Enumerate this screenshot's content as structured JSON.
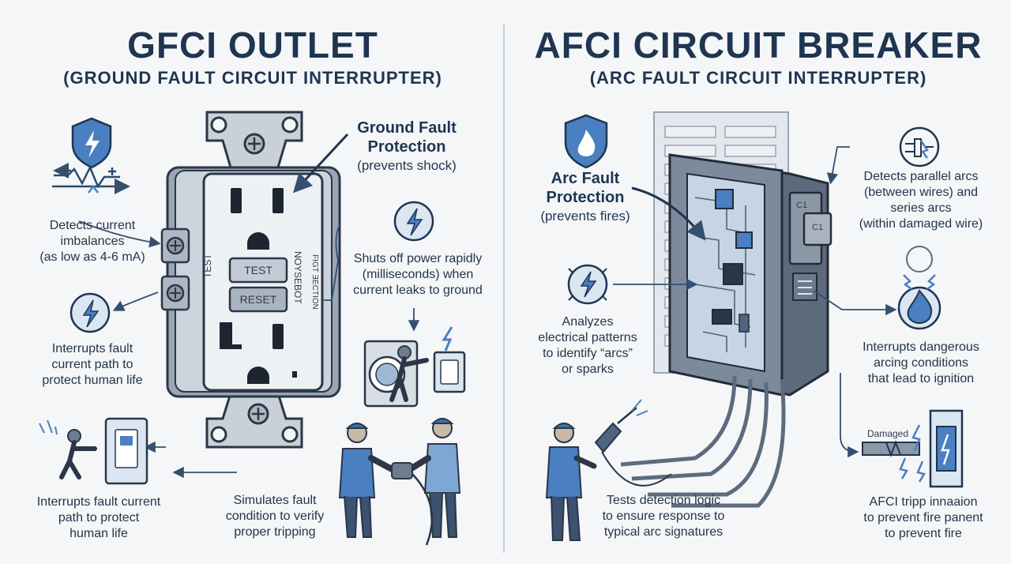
{
  "gfci": {
    "title": "GFCI OUTLET",
    "subtitle": "(GROUND FAULT CIRCUIT INTERRUPTER)",
    "callout_title_line1": "Ground Fault",
    "callout_title_line2": "Protection",
    "callout_sub": "(prevents shock)",
    "detects": [
      "Detects current",
      "imbalances",
      "(as low as 4-6 mA)"
    ],
    "interrupts1": [
      "Interrupts fault",
      "current path to",
      "protect human life"
    ],
    "shuts_off": [
      "Shuts off power rapidly",
      "(milliseconds) when",
      "current leaks to ground"
    ],
    "interrupts2": [
      "Interrupts fault current",
      "path to protect",
      "human life"
    ],
    "simulates": [
      "Simulates fault",
      "condition to verify",
      "proper tripping"
    ],
    "button_test": "TEST",
    "button_reset": "RESET",
    "side_left": "TEST",
    "side_right": "NOYSEBOT",
    "side_right2": "FIGT ƎECTION"
  },
  "afci": {
    "title": "AFCI CIRCUIT BREAKER",
    "subtitle": "(ARC FAULT CIRCUIT INTERRUPTER)",
    "callout_title_line1": "Arc Fault",
    "callout_title_line2": "Protection",
    "callout_sub": "(prevents fires)",
    "detects": [
      "Detects parallel arcs",
      "(between wires) and",
      "series arcs",
      "(within damaged wire)"
    ],
    "analyzes": [
      "Analyzes",
      "electrical patterns",
      "to identify “arcs”",
      "or sparks"
    ],
    "interrupts": [
      "Interrupts dangerous",
      "arcing conditions",
      "that lead to ignition"
    ],
    "tests": [
      "Tests detection logic",
      "to ensure response to",
      "typical arc signatures"
    ],
    "tripp": [
      "AFCI tripp innaaion",
      "to prevent fire panent",
      "to prevent fire"
    ],
    "damaged": "Damaged",
    "switch_c1a": "C1",
    "switch_c1b": "C1"
  },
  "colors": {
    "navy": "#1f3550",
    "blue": "#4a7fc1",
    "light": "#dbe6f3",
    "grey": "#5c6b7d"
  }
}
